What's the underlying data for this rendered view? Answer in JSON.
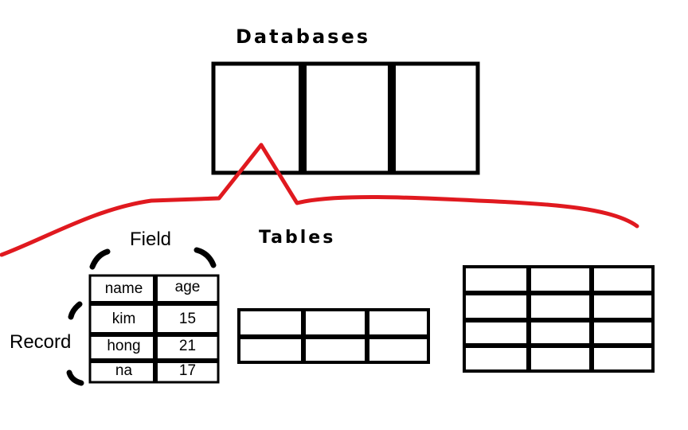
{
  "titles": {
    "databases": "Databases",
    "tables": "Tables",
    "field": "Field",
    "record": "Record"
  },
  "example_table": {
    "columns": [
      "name",
      "age"
    ],
    "rows": [
      [
        "kim",
        "15"
      ],
      [
        "hong",
        "21"
      ],
      [
        "na",
        "17"
      ]
    ]
  },
  "colors": {
    "line": "#000000",
    "connector": "#e0191f"
  }
}
